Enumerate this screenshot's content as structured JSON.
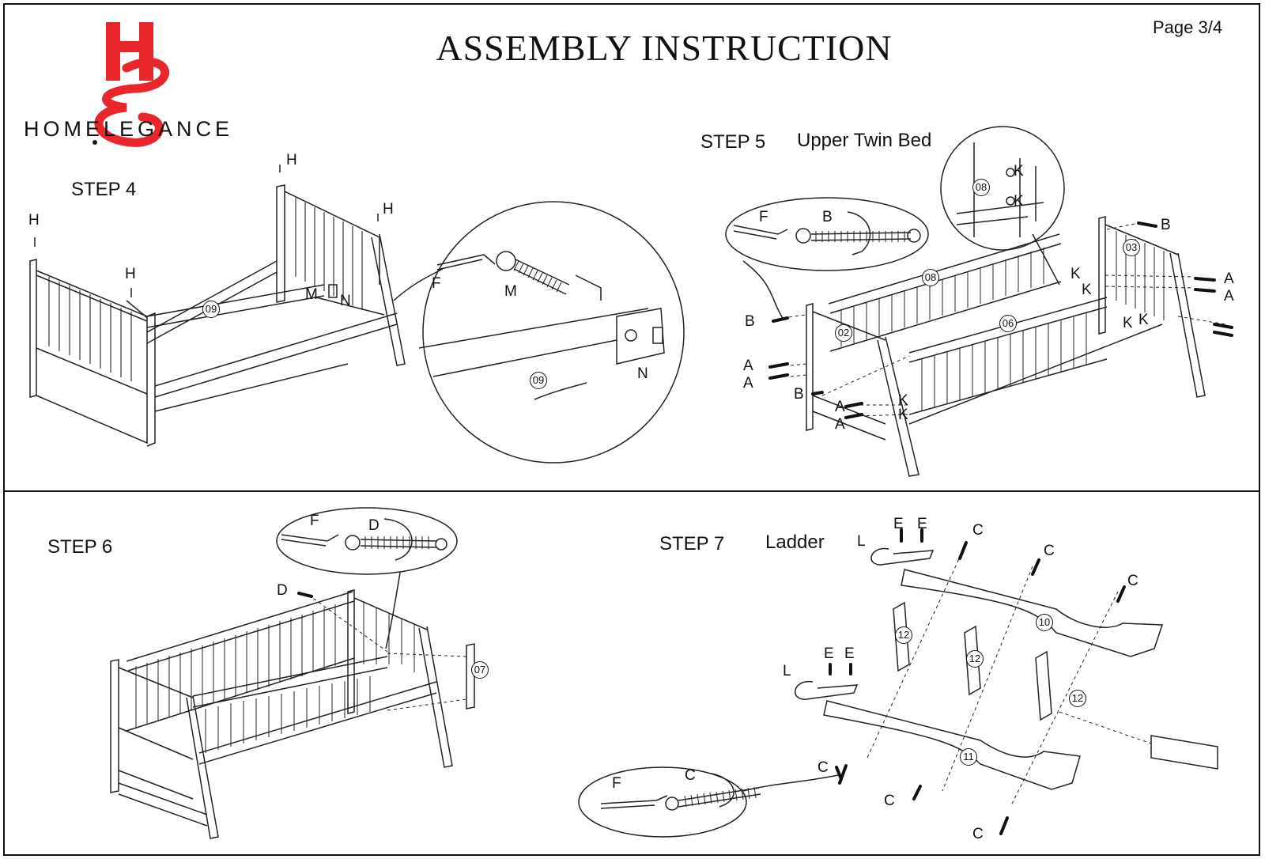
{
  "document": {
    "title": "ASSEMBLY  INSTRUCTION",
    "page": "Page  3/4",
    "brand": "HOMELEGANCE",
    "logo_letters": "HE",
    "brand_color": "#e8262c"
  },
  "steps": {
    "step4": {
      "label": "STEP 4",
      "parts": {
        "h": "H",
        "m": "M",
        "n": "N",
        "f": "F",
        "p09": "09"
      }
    },
    "step5": {
      "label": "STEP 5",
      "subtitle": "Upper Twin Bed",
      "parts": {
        "a": "A",
        "b": "B",
        "f": "F",
        "k": "K",
        "p02": "02",
        "p03": "03",
        "p06": "06",
        "p08": "08"
      }
    },
    "step6": {
      "label": "STEP 6",
      "parts": {
        "d": "D",
        "f": "F",
        "p07": "07"
      }
    },
    "step7": {
      "label": "STEP 7",
      "subtitle": "Ladder",
      "parts": {
        "c": "C",
        "e": "E",
        "l": "L",
        "f": "F",
        "p10": "10",
        "p11": "11",
        "p12": "12"
      }
    }
  }
}
